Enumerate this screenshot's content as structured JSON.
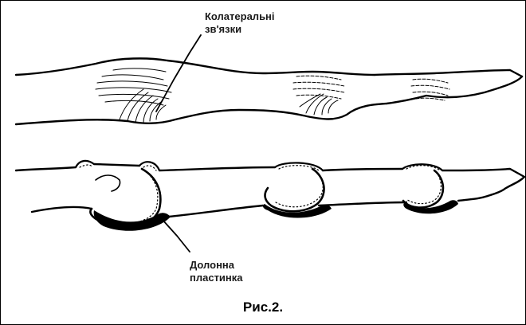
{
  "labels": {
    "collateral_ligaments": [
      "Колатеральні",
      "зв'язки"
    ],
    "palmar_plate": [
      "Долонна",
      "пластинка"
    ]
  },
  "caption": "Рис.2.",
  "colors": {
    "ink": "#000000",
    "background": "#ffffff"
  }
}
